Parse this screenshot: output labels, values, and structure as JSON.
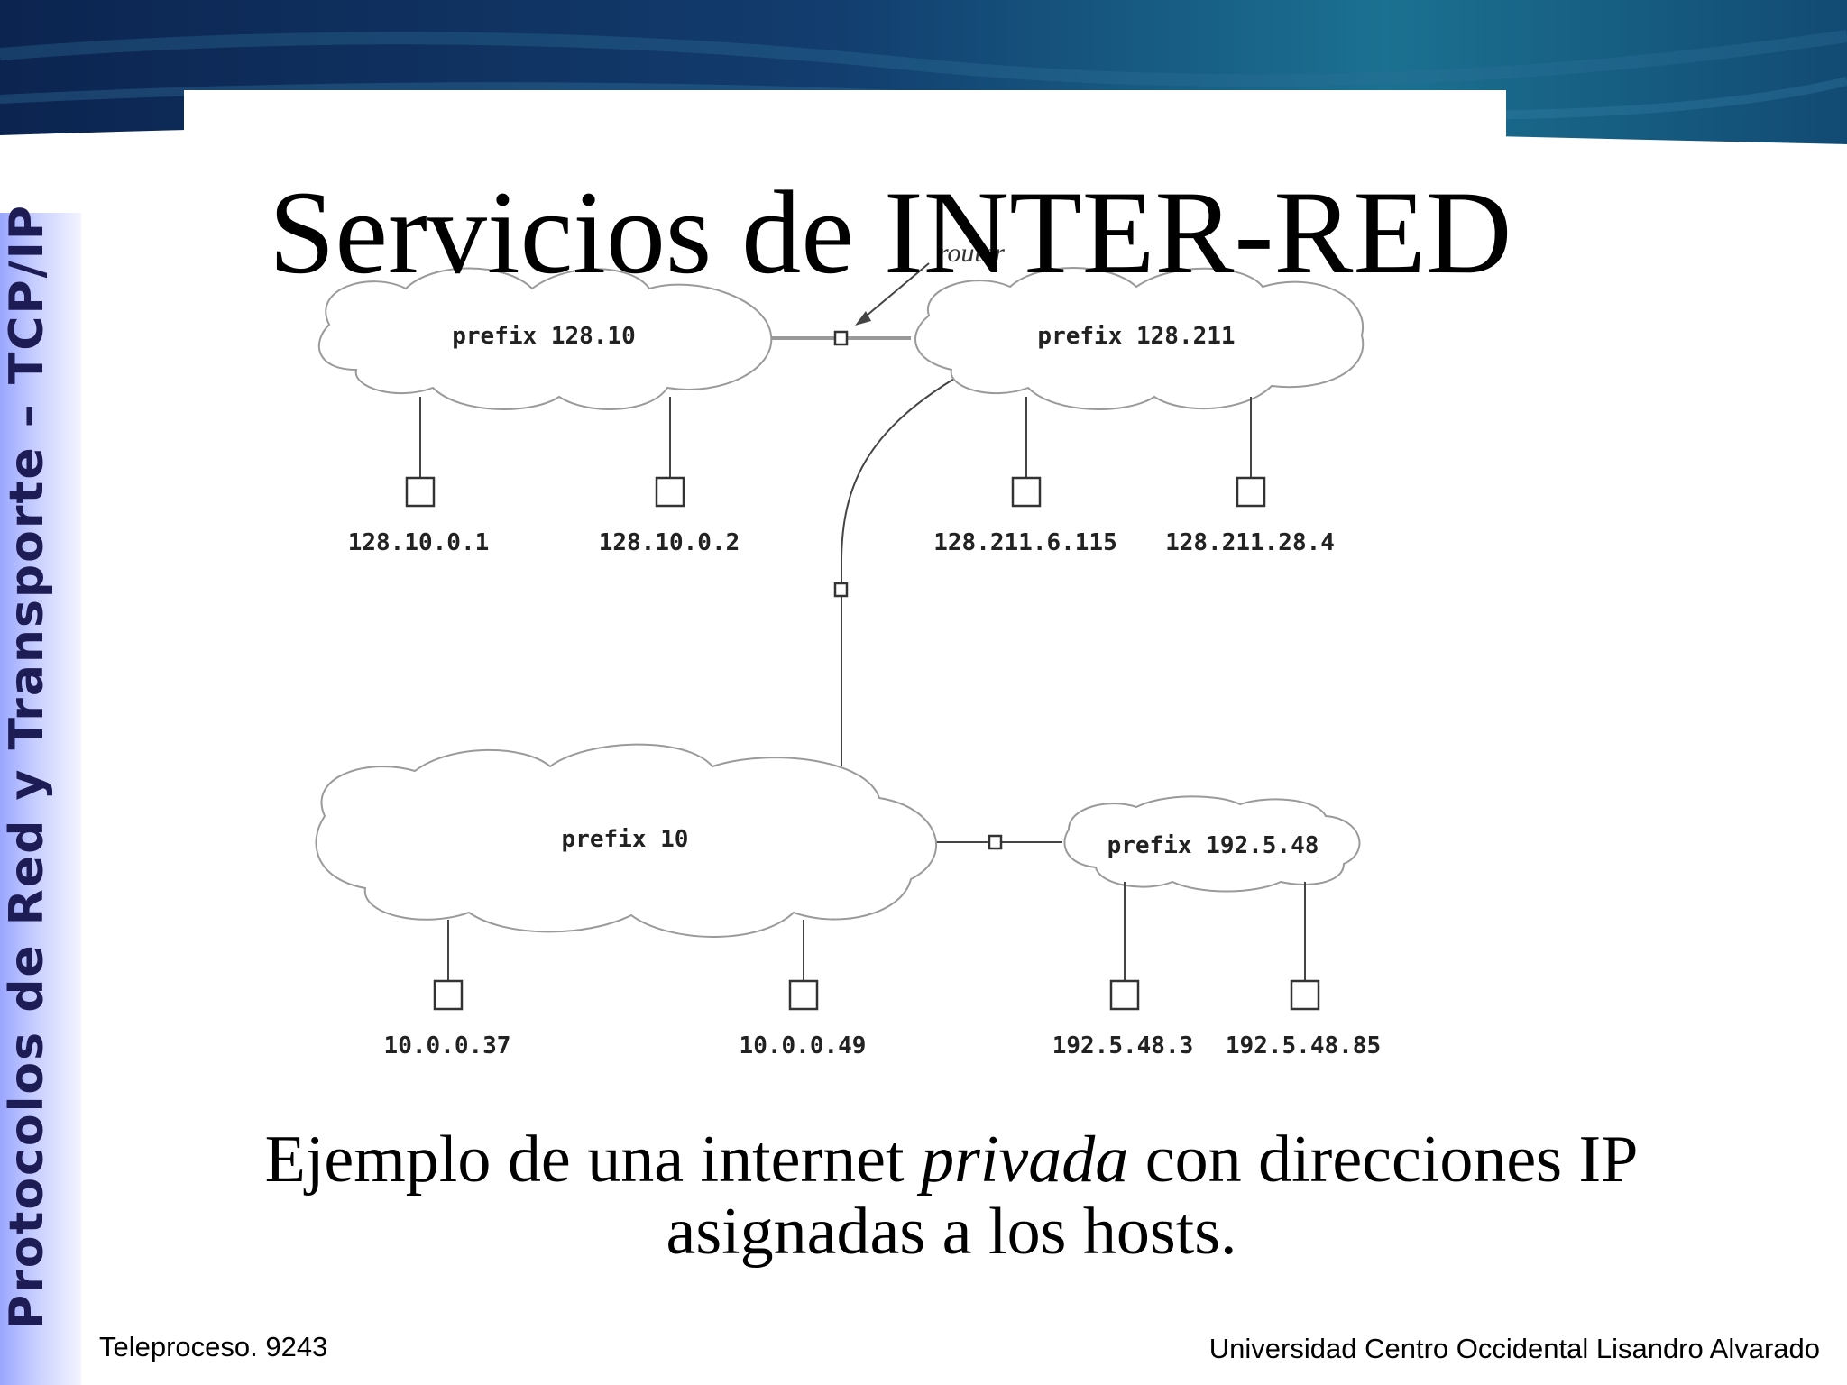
{
  "colors": {
    "banner_dark": "#0d2a55",
    "banner_light": "#1a6d8e",
    "sidebar": "#aeb6ff",
    "sidebar_text": "#1e1c55"
  },
  "slide": {
    "title": "Servicios de INTER-RED",
    "sidebar_title": "Protocolos de Red y Transporte – TCP/IP",
    "caption_before": "Ejemplo de una internet ",
    "caption_emphasis": "privada",
    "caption_after": " con direcciones IP asignadas a los hosts.",
    "footer_left": "Teleproceso. 9243",
    "footer_right": "Universidad Centro Occidental Lisandro Alvarado"
  },
  "diagram": {
    "router_label": "router",
    "networks": [
      {
        "prefix": "prefix 128.10",
        "hosts": [
          "128.10.0.1",
          "128.10.0.2"
        ]
      },
      {
        "prefix": "prefix 128.211",
        "hosts": [
          "128.211.6.115",
          "128.211.28.4"
        ]
      },
      {
        "prefix": "prefix 10",
        "hosts": [
          "10.0.0.37",
          "10.0.0.49"
        ]
      },
      {
        "prefix": "prefix 192.5.48",
        "hosts": [
          "192.5.48.3",
          "192.5.48.85"
        ]
      }
    ]
  }
}
